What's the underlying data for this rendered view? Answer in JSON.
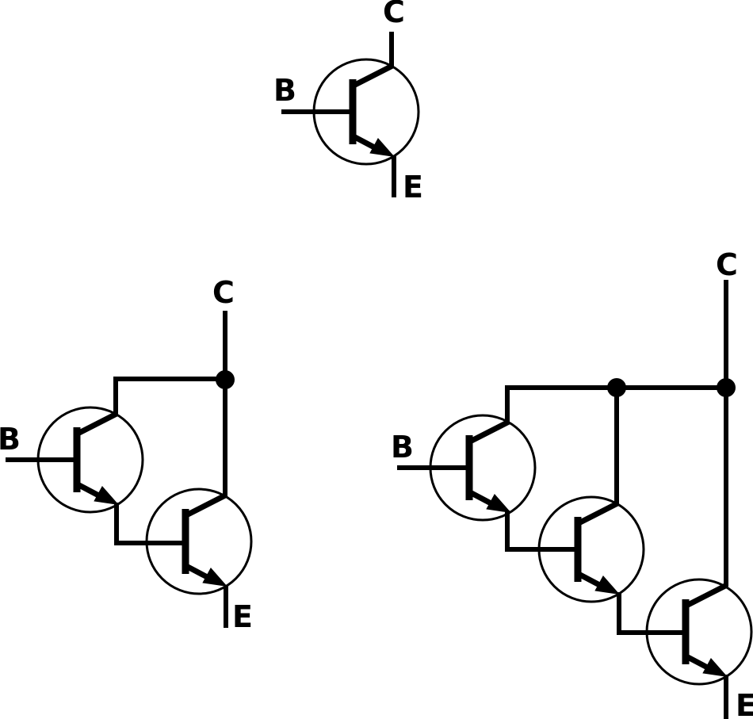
{
  "figure": {
    "background_color": "#ffffff",
    "line_color": "#000000",
    "diagrams": [
      {
        "name": "single-npn-transistor",
        "transistor_count": 1,
        "labels": {
          "collector": "C",
          "base": "B",
          "emitter": "E"
        }
      },
      {
        "name": "darlington-pair",
        "transistor_count": 2,
        "labels": {
          "collector": "C",
          "base": "B",
          "emitter": "E"
        }
      },
      {
        "name": "triple-darlington",
        "transistor_count": 3,
        "labels": {
          "collector": "C",
          "base": "B",
          "emitter": "E"
        }
      }
    ]
  }
}
